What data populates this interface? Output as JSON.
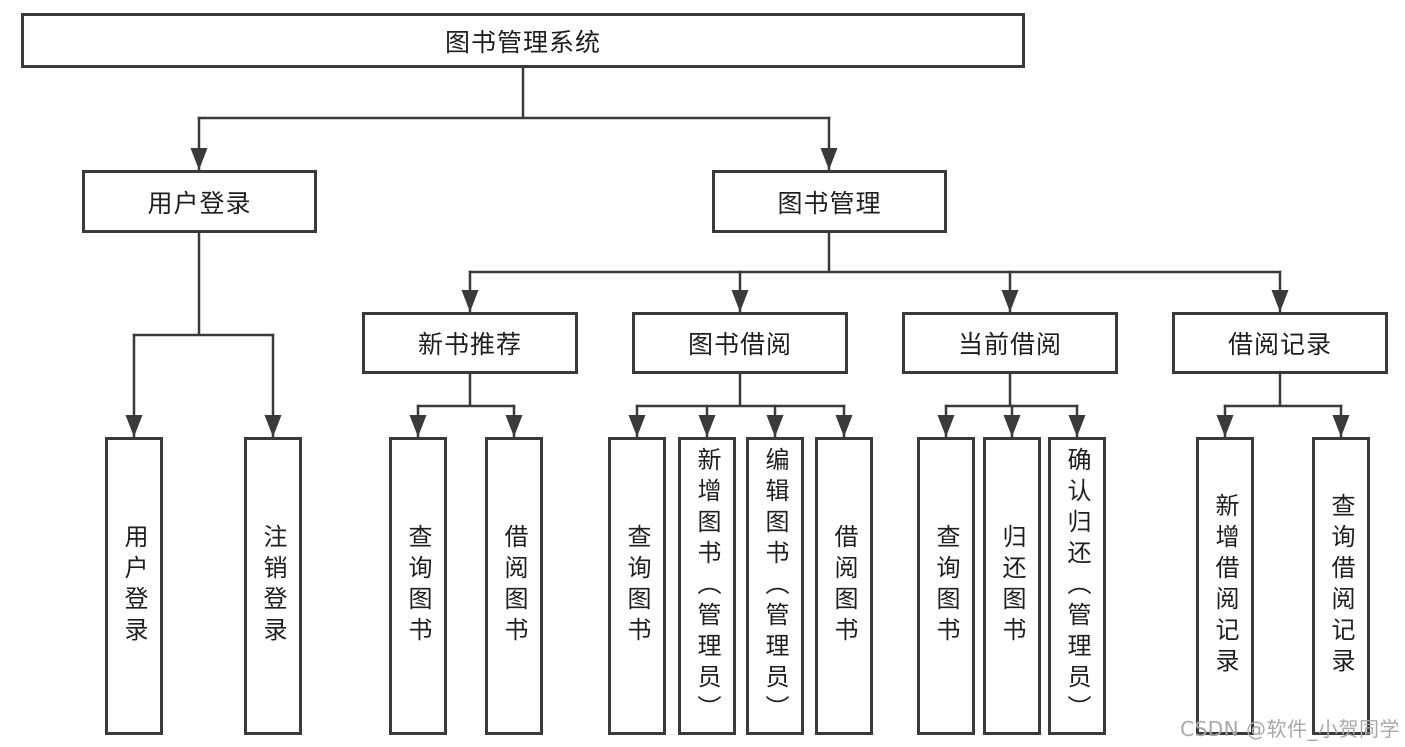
{
  "diagram": {
    "tree": {
      "root": {
        "label": "图书管理系统"
      },
      "branches": [
        {
          "label": "用户登录",
          "children": [
            {
              "label": "用户登录"
            },
            {
              "label": "注销登录"
            }
          ]
        },
        {
          "label": "图书管理",
          "children": [
            {
              "label": "新书推荐",
              "children": [
                {
                  "label": "查询图书"
                },
                {
                  "label": "借阅图书"
                }
              ]
            },
            {
              "label": "图书借阅",
              "children": [
                {
                  "label": "查询图书"
                },
                {
                  "label": "新增图书（管理员）"
                },
                {
                  "label": "编辑图书（管理员）"
                },
                {
                  "label": "借阅图书"
                }
              ]
            },
            {
              "label": "当前借阅",
              "children": [
                {
                  "label": "查询图书"
                },
                {
                  "label": "归还图书"
                },
                {
                  "label": "确认归还（管理员）"
                }
              ]
            },
            {
              "label": "借阅记录",
              "children": [
                {
                  "label": "新增借阅记录"
                },
                {
                  "label": "查询借阅记录"
                }
              ]
            }
          ]
        }
      ]
    },
    "colors": {
      "line": "#3a3a3a",
      "text": "#1f1f1f",
      "background": "#ffffff",
      "watermark": "#a9a9a9"
    }
  },
  "watermark": {
    "text": "CSDN @软件_小贺同学"
  }
}
